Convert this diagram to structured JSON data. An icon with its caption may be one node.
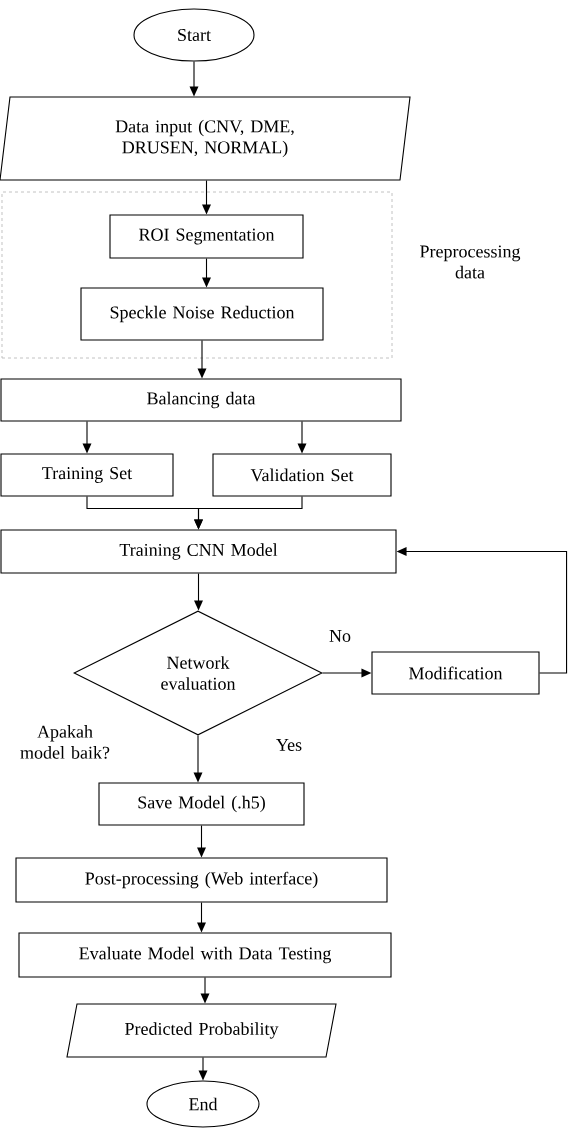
{
  "diagram": {
    "nodes": [
      {
        "text": [
          "Start"
        ]
      },
      {
        "text": [
          "Data input (CNV, DME, DRUSEN, NORMAL)"
        ]
      },
      {
        "text": [
          "Preprocessing data"
        ]
      },
      {
        "text": [
          "ROI Segmentation"
        ],
        "in": 2
      },
      {
        "text": [
          "Speckle Noise Reduction"
        ],
        "in": 2
      },
      {
        "text": [
          "Balancing data"
        ]
      },
      {
        "text": [
          "Training Set"
        ]
      },
      {
        "text": [
          "Validation Set"
        ]
      },
      {
        "text": [
          "Training CNN Model"
        ]
      },
      {
        "text": [
          "Network evaluation"
        ],
        "beside": [
          "Apakah model baik?"
        ]
      },
      {
        "text": [
          "Modification"
        ]
      },
      {
        "text": [
          "Save Model (.h5)"
        ]
      },
      {
        "text": [
          "Post-processing (Web interface)"
        ]
      },
      {
        "text": [
          "Evaluate Model with Data Testing"
        ]
      },
      {
        "text": [
          "Predicted Probability"
        ]
      },
      {
        "text": [
          "End"
        ]
      }
    ],
    "edges": [
      {
        "from": 0,
        "to": 1,
        "arrow": "to"
      },
      {
        "from": 1,
        "to": 3,
        "arrow": "to"
      },
      {
        "from": 3,
        "to": 4,
        "arrow": "to"
      },
      {
        "from": 4,
        "to": 5,
        "arrow": "to"
      },
      {
        "from": 5,
        "to": 6,
        "arrow": "to"
      },
      {
        "from": 5,
        "to": 7,
        "arrow": "to"
      },
      {
        "from": 6,
        "to": 8,
        "arrow": "to"
      },
      {
        "from": 7,
        "to": 8,
        "arrow": "to"
      },
      {
        "from": 8,
        "to": 9,
        "arrow": "to"
      },
      {
        "from": 9,
        "to": 10,
        "label": "No",
        "arrow": "to"
      },
      {
        "from": 10,
        "to": 8,
        "arrow": "to"
      },
      {
        "from": 9,
        "to": 11,
        "label": "Yes",
        "arrow": "to"
      },
      {
        "from": 11,
        "to": 12,
        "arrow": "to"
      },
      {
        "from": 12,
        "to": 13,
        "arrow": "to"
      },
      {
        "from": 13,
        "to": 14,
        "arrow": "to"
      },
      {
        "from": 14,
        "to": 15,
        "arrow": "to"
      }
    ]
  }
}
